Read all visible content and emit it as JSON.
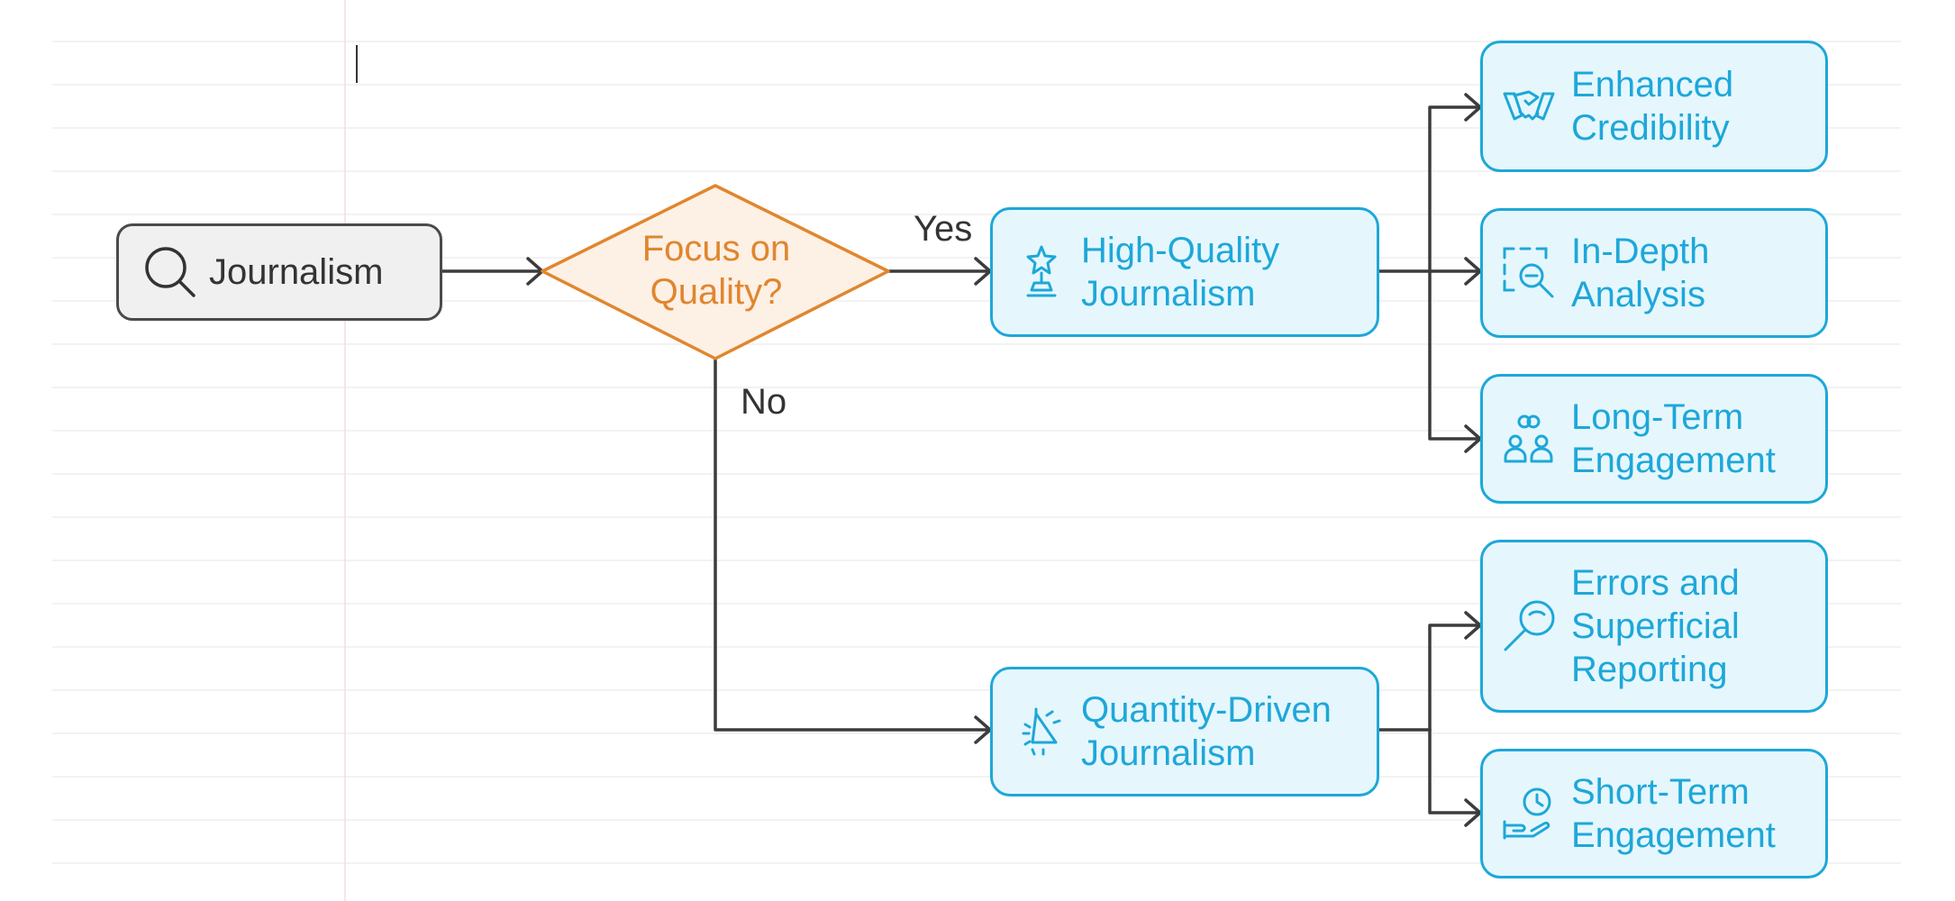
{
  "colors": {
    "accent_blue": "#1ea7d9",
    "node_blue_fill": "#e5f7fd",
    "decision_orange": "#e0862e",
    "decision_fill": "#fdf0e5",
    "start_border": "#4a4a4a",
    "start_fill": "#f0f0f0",
    "connector": "#3c3c3c"
  },
  "start": {
    "label": "Journalism",
    "icon": "search-icon"
  },
  "decision": {
    "line1": "Focus on",
    "line2": "Quality?"
  },
  "branches": {
    "yes": "Yes",
    "no": "No"
  },
  "high_quality": {
    "line1": "High-Quality",
    "line2": "Journalism",
    "icon": "award-icon"
  },
  "quantity": {
    "line1": "Quantity-Driven",
    "line2": "Journalism",
    "icon": "speed-icon"
  },
  "outcomes": {
    "credibility": {
      "line1": "Enhanced",
      "line2": "Credibility",
      "icon": "handshake-icon"
    },
    "analysis": {
      "line1": "In-Depth",
      "line2": "Analysis",
      "icon": "zoom-out-icon"
    },
    "long_term": {
      "line1": "Long-Term",
      "line2": "Engagement",
      "icon": "people-icon"
    },
    "errors": {
      "line1": "Errors and",
      "line2": "Superficial",
      "line3": "Reporting",
      "icon": "magnifier-icon"
    },
    "short_term": {
      "line1": "Short-Term",
      "line2": "Engagement",
      "icon": "hand-clock-icon"
    }
  }
}
